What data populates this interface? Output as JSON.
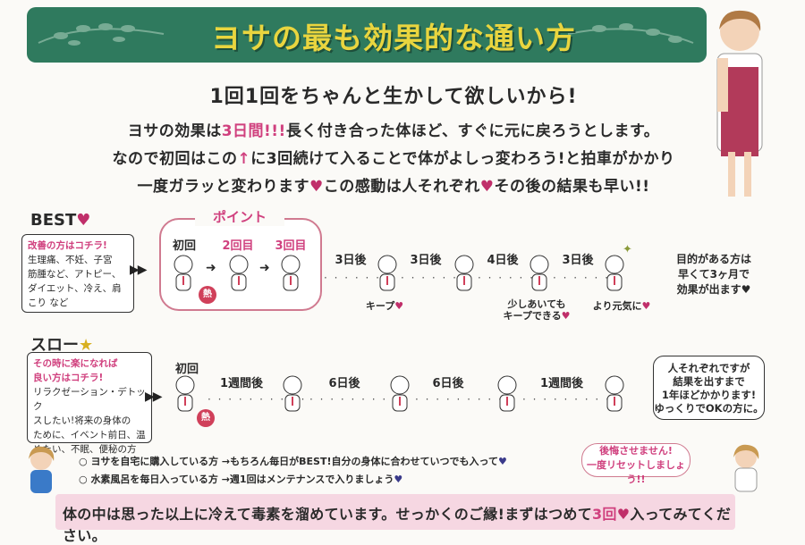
{
  "header": {
    "title": "ヨサの最も効果的な通い方"
  },
  "subtitle": "1回1回をちゃんと生かして欲しいから!",
  "lead": {
    "l1a": "ヨサの効果は",
    "l1b": "3日間!!!",
    "l1c": "長く付き合った体ほど、すぐに元に戻ろうとします。",
    "l2a": "なので初回はこの",
    "l2b": "↑",
    "l2c": "に3回続けて入ることで体がよしっ変わろう!と拍車がかかり",
    "l3a": "一度ガラッと変わります",
    "l3b": "この感動は人それぞれ",
    "l3c": "その後の結果も早い!!"
  },
  "best": {
    "label": "BEST",
    "box_head": "改善の方はコチラ!",
    "box_lines": [
      "生理痛、不妊、子宮",
      "筋腫など、アトピー、",
      "ダイエット、冷え、肩",
      "こり など"
    ],
    "point": "ポイント",
    "visits": [
      "初回",
      "2回目",
      "3回目"
    ],
    "intervals": [
      "3日後",
      "3日後",
      "4日後",
      "3日後"
    ],
    "heat": "熱",
    "notes": {
      "keep": "キープ",
      "rest_l1": "少しあいても",
      "rest_l2": "キープできる",
      "better": "より元気に"
    },
    "side_l1": "目的がある方は",
    "side_l2": "早くて3ヶ月で",
    "side_l3": "効果が出ます"
  },
  "slow": {
    "label": "スロー",
    "box_head_l1": "その時に楽になれば",
    "box_head_l2": "良い方はコチラ!",
    "box_lines": [
      "リラクゼーション・デトック",
      "スしたい!将来の身体の",
      "ために、イベント前日、温",
      "めたい、不眠、便秘の方"
    ],
    "first": "初回",
    "intervals": [
      "1週間後",
      "6日後",
      "6日後",
      "1週間後"
    ],
    "heat": "熱",
    "bubble_l1": "人それぞれですが",
    "bubble_l2": "結果を出すまで",
    "bubble_l3": "1年ほどかかります!",
    "bubble_l4": "ゆっくりでOKの方に。"
  },
  "extra": {
    "row1": "ヨサを自宅に購入している方 →もちろん毎日がBEST!自分の身体に合わせていつでも入って",
    "row2": "水素風呂を毎日入っている方 →週1回はメンテナンスで入りましょう",
    "pink_l1": "後悔させません!",
    "pink_l2": "一度リセットしましょう!!"
  },
  "footer": {
    "a": "体の中は思った以上に冷えて毒素を溜めています。せっかくのご縁!まずはつめて",
    "b": "3回",
    "c": "入ってみてください。"
  },
  "colors": {
    "banner": "#2f7a5e",
    "title": "#e9d53f",
    "accent": "#d0407e",
    "footer_bg": "#f6d7e2"
  }
}
